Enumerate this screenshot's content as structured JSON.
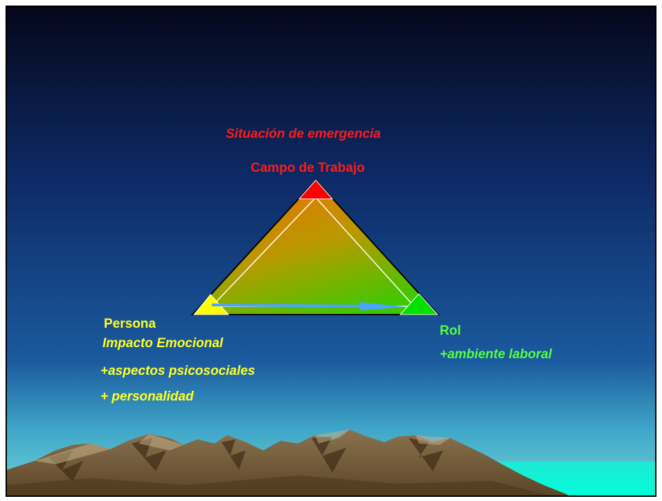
{
  "title_top": "Situación de emergencia",
  "vertex_top_label": "Campo de Trabajo",
  "left": {
    "label": "Persona",
    "line1": "Impacto Emocional",
    "line2": "+aspectos psicosociales",
    "line3": "+ personalidad"
  },
  "right": {
    "label": "Rol",
    "line1": "+ambiente laboral"
  },
  "colors": {
    "top_vertex": "#ff0000",
    "left_vertex": "#ffff00",
    "right_vertex": "#00e000",
    "arrow": "#4aa3ff"
  }
}
